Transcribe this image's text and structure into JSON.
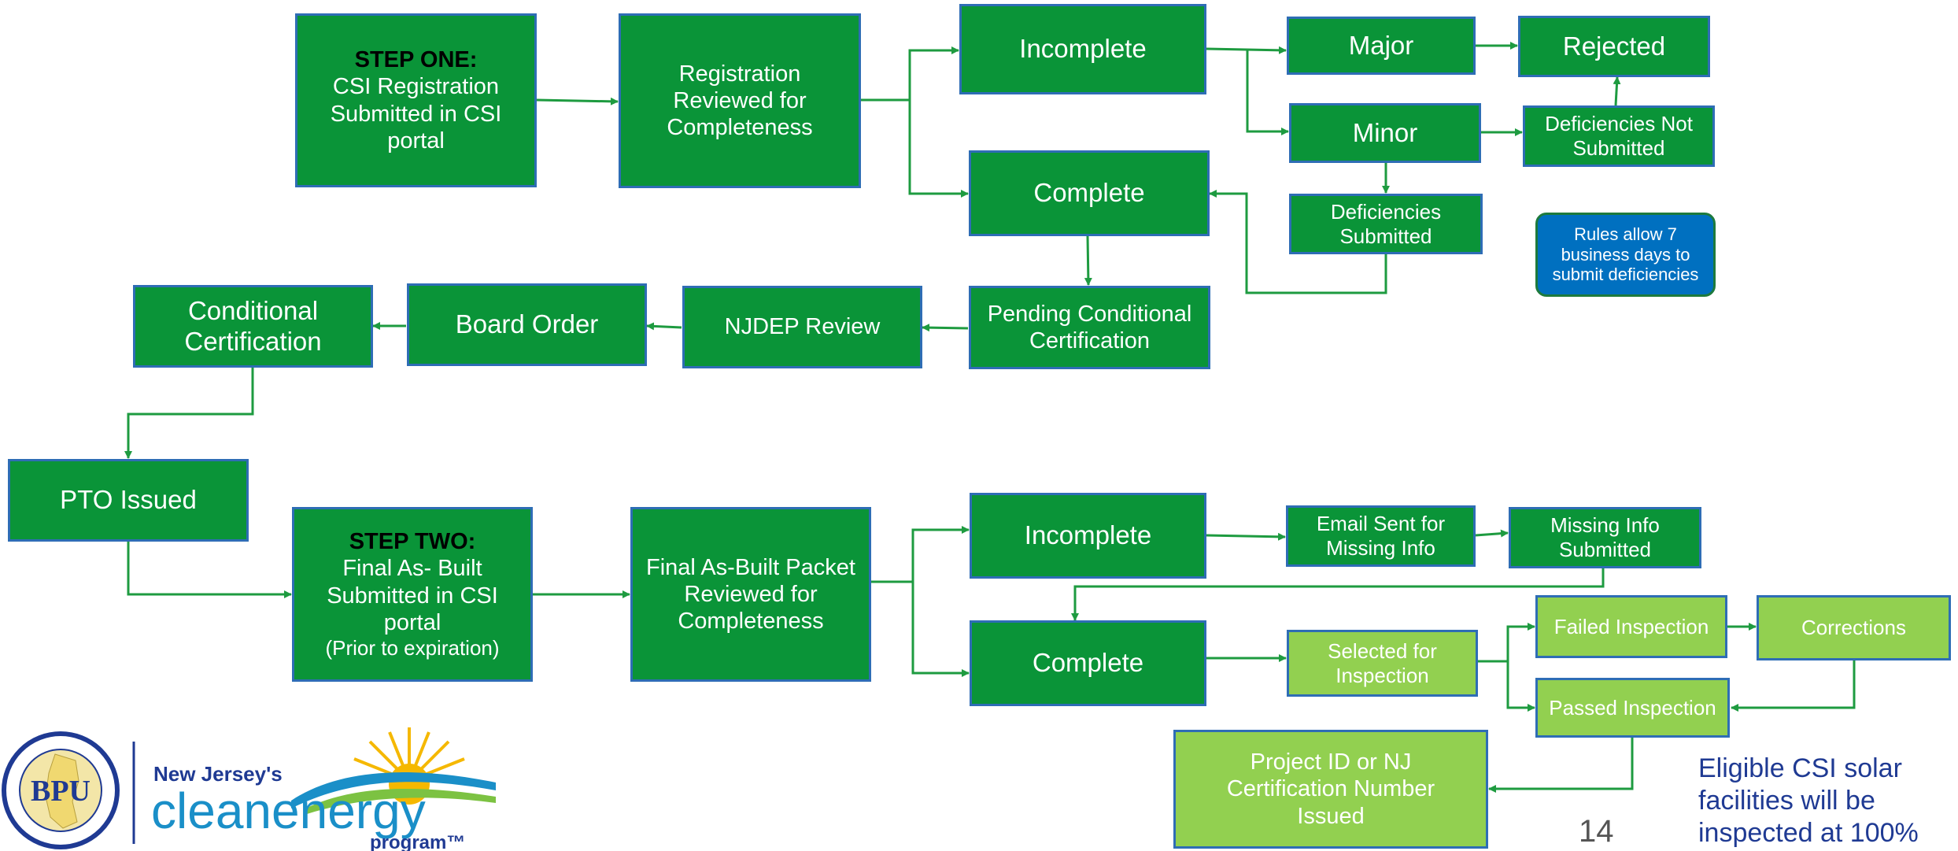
{
  "step_one": {
    "label": "STEP ONE:",
    "text": "CSI Registration Submitted in CSI portal"
  },
  "registration_reviewed": "Registration Reviewed for Completeness",
  "incomplete_1": "Incomplete",
  "complete_1": "Complete",
  "major": "Major",
  "minor": "Minor",
  "rejected": "Rejected",
  "deficiencies_not_submitted": "Deficiencies Not Submitted",
  "deficiencies_submitted": "Deficiencies Submitted",
  "rules_note": "Rules  allow 7 business days to submit deficiencies",
  "pending_conditional": "Pending Conditional Certification",
  "njdep_review": "NJDEP Review",
  "board_order": "Board Order",
  "conditional_certification": "Conditional Certification",
  "pto_issued": "PTO Issued",
  "step_two": {
    "label": "STEP TWO:",
    "text": "Final As- Built Submitted in CSI portal",
    "sub": "(Prior to expiration)"
  },
  "final_packet_reviewed": "Final As-Built Packet Reviewed for Completeness",
  "incomplete_2": "Incomplete",
  "complete_2": "Complete",
  "email_sent": "Email Sent for Missing Info",
  "missing_info_submitted": "Missing Info Submitted",
  "selected_for_inspection": "Selected for Inspection",
  "failed_inspection": "Failed Inspection",
  "corrections": "Corrections",
  "passed_inspection": "Passed Inspection",
  "project_id_issued": "Project ID or NJ Certification Number Issued",
  "footnote": "Eligible CSI solar facilities will be inspected at 100%",
  "page_number": "14",
  "logo": {
    "seal_text": "BPU",
    "brand_line1": "New Jersey's",
    "brand_line2": "cleanenergy",
    "brand_line3": "program™"
  },
  "colors": {
    "dark_green": "#0a9438",
    "light_green": "#92d050",
    "note_blue": "#0070c0",
    "border_blue": "#2e6db5",
    "arrow_green": "#1e9b40"
  }
}
